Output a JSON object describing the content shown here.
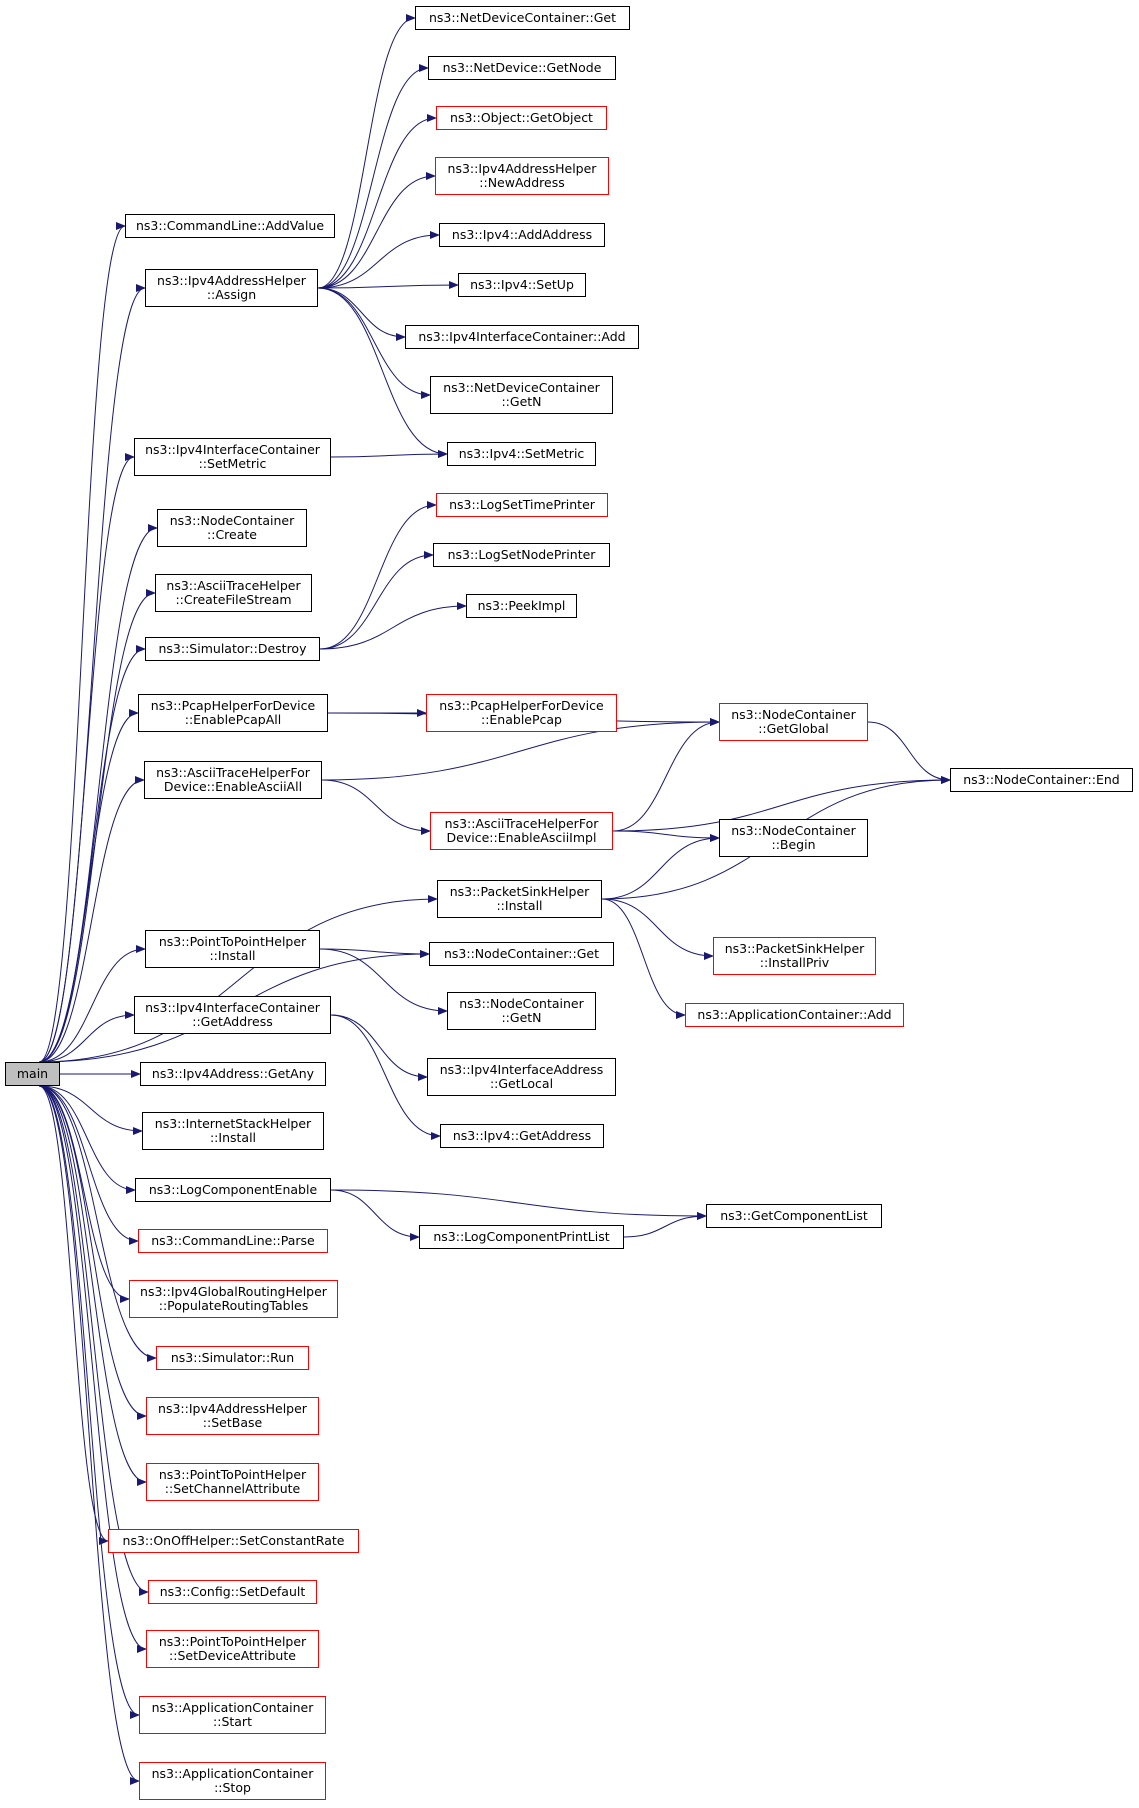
{
  "graph": {
    "edge_color": "#191970",
    "nodes": [
      {
        "id": "main",
        "lines": [
          "main"
        ],
        "status": "root"
      },
      {
        "id": "cl_addvalue",
        "lines": [
          "ns3::CommandLine::AddValue"
        ],
        "status": "complete"
      },
      {
        "id": "ipv4ah_assign",
        "lines": [
          "ns3::Ipv4AddressHelper",
          "::Assign"
        ],
        "status": "complete"
      },
      {
        "id": "ipv4ic_setmetric",
        "lines": [
          "ns3::Ipv4InterfaceContainer",
          "::SetMetric"
        ],
        "status": "complete"
      },
      {
        "id": "nc_create",
        "lines": [
          "ns3::NodeContainer",
          "::Create"
        ],
        "status": "complete"
      },
      {
        "id": "ath_createfilestream",
        "lines": [
          "ns3::AsciiTraceHelper",
          "::CreateFileStream"
        ],
        "status": "complete"
      },
      {
        "id": "sim_destroy",
        "lines": [
          "ns3::Simulator::Destroy"
        ],
        "status": "complete"
      },
      {
        "id": "phfd_enablepcapall",
        "lines": [
          "ns3::PcapHelperForDevice",
          "::EnablePcapAll"
        ],
        "status": "complete"
      },
      {
        "id": "athfd_enableasciiall",
        "lines": [
          "ns3::AsciiTraceHelperFor",
          "Device::EnableAsciiAll"
        ],
        "status": "complete"
      },
      {
        "id": "psh_install",
        "lines": [
          "ns3::PacketSinkHelper",
          "::Install"
        ],
        "status": "complete"
      },
      {
        "id": "p2p_install",
        "lines": [
          "ns3::PointToPointHelper",
          "::Install"
        ],
        "status": "complete"
      },
      {
        "id": "ipv4ic_getaddress",
        "lines": [
          "ns3::Ipv4InterfaceContainer",
          "::GetAddress"
        ],
        "status": "complete"
      },
      {
        "id": "ipv4addr_getany",
        "lines": [
          "ns3::Ipv4Address::GetAny"
        ],
        "status": "complete"
      },
      {
        "id": "ish_install",
        "lines": [
          "ns3::InternetStackHelper",
          "::Install"
        ],
        "status": "complete"
      },
      {
        "id": "logcomponentenable",
        "lines": [
          "ns3::LogComponentEnable"
        ],
        "status": "complete"
      },
      {
        "id": "cl_parse",
        "lines": [
          "ns3::CommandLine::Parse"
        ],
        "status": "incomplete"
      },
      {
        "id": "ipv4grh_populate",
        "lines": [
          "ns3::Ipv4GlobalRoutingHelper",
          "::PopulateRoutingTables"
        ],
        "status": "incomplete"
      },
      {
        "id": "sim_run",
        "lines": [
          "ns3::Simulator::Run"
        ],
        "status": "incomplete"
      },
      {
        "id": "ipv4ah_setbase",
        "lines": [
          "ns3::Ipv4AddressHelper",
          "::SetBase"
        ],
        "status": "incomplete"
      },
      {
        "id": "p2p_setchannelattribute",
        "lines": [
          "ns3::PointToPointHelper",
          "::SetChannelAttribute"
        ],
        "status": "incomplete"
      },
      {
        "id": "onoff_setconstantrate",
        "lines": [
          "ns3::OnOffHelper::SetConstantRate"
        ],
        "status": "incomplete"
      },
      {
        "id": "config_setdefault",
        "lines": [
          "ns3::Config::SetDefault"
        ],
        "status": "incomplete"
      },
      {
        "id": "p2p_setdeviceattribute",
        "lines": [
          "ns3::PointToPointHelper",
          "::SetDeviceAttribute"
        ],
        "status": "incomplete"
      },
      {
        "id": "ac_start",
        "lines": [
          "ns3::ApplicationContainer",
          "::Start"
        ],
        "status": "incomplete"
      },
      {
        "id": "ac_stop",
        "lines": [
          "ns3::ApplicationContainer",
          "::Stop"
        ],
        "status": "incomplete"
      },
      {
        "id": "ndc_get",
        "lines": [
          "ns3::NetDeviceContainer::Get"
        ],
        "status": "complete"
      },
      {
        "id": "nd_getnode",
        "lines": [
          "ns3::NetDevice::GetNode"
        ],
        "status": "complete"
      },
      {
        "id": "obj_getobject",
        "lines": [
          "ns3::Object::GetObject"
        ],
        "status": "incomplete"
      },
      {
        "id": "ipv4ah_newaddress",
        "lines": [
          "ns3::Ipv4AddressHelper",
          "::NewAddress"
        ],
        "status": "incomplete"
      },
      {
        "id": "ipv4_addaddress",
        "lines": [
          "ns3::Ipv4::AddAddress"
        ],
        "status": "complete"
      },
      {
        "id": "ipv4_setup",
        "lines": [
          "ns3::Ipv4::SetUp"
        ],
        "status": "complete"
      },
      {
        "id": "ipv4ic_add",
        "lines": [
          "ns3::Ipv4InterfaceContainer::Add"
        ],
        "status": "complete"
      },
      {
        "id": "ndc_getn",
        "lines": [
          "ns3::NetDeviceContainer",
          "::GetN"
        ],
        "status": "complete"
      },
      {
        "id": "ipv4_setmetric",
        "lines": [
          "ns3::Ipv4::SetMetric"
        ],
        "status": "complete"
      },
      {
        "id": "logsettimeprinter",
        "lines": [
          "ns3::LogSetTimePrinter"
        ],
        "status": "incomplete"
      },
      {
        "id": "logsetnodeprinter",
        "lines": [
          "ns3::LogSetNodePrinter"
        ],
        "status": "complete"
      },
      {
        "id": "peekimpl",
        "lines": [
          "ns3::PeekImpl"
        ],
        "status": "complete"
      },
      {
        "id": "phfd_enablepcap",
        "lines": [
          "ns3::PcapHelperForDevice",
          "::EnablePcap"
        ],
        "status": "incomplete"
      },
      {
        "id": "athfd_enableasciiimpl",
        "lines": [
          "ns3::AsciiTraceHelperFor",
          "Device::EnableAsciiImpl"
        ],
        "status": "incomplete"
      },
      {
        "id": "nc_get",
        "lines": [
          "ns3::NodeContainer::Get"
        ],
        "status": "complete"
      },
      {
        "id": "nc_getn",
        "lines": [
          "ns3::NodeContainer",
          "::GetN"
        ],
        "status": "complete"
      },
      {
        "id": "ipv4ia_getlocal",
        "lines": [
          "ns3::Ipv4InterfaceAddress",
          "::GetLocal"
        ],
        "status": "complete"
      },
      {
        "id": "ipv4_getaddress",
        "lines": [
          "ns3::Ipv4::GetAddress"
        ],
        "status": "complete"
      },
      {
        "id": "logcomponentprintlist",
        "lines": [
          "ns3::LogComponentPrintList"
        ],
        "status": "complete"
      },
      {
        "id": "nc_getglobal",
        "lines": [
          "ns3::NodeContainer",
          "::GetGlobal"
        ],
        "status": "incomplete"
      },
      {
        "id": "nc_begin",
        "lines": [
          "ns3::NodeContainer",
          "::Begin"
        ],
        "status": "complete"
      },
      {
        "id": "psh_installpriv",
        "lines": [
          "ns3::PacketSinkHelper",
          "::InstallPriv"
        ],
        "status": "incomplete"
      },
      {
        "id": "ac_add",
        "lines": [
          "ns3::ApplicationContainer::Add"
        ],
        "status": "incomplete"
      },
      {
        "id": "getcomponentlist",
        "lines": [
          "ns3::GetComponentList"
        ],
        "status": "complete"
      },
      {
        "id": "nc_end",
        "lines": [
          "ns3::NodeContainer::End"
        ],
        "status": "complete"
      }
    ],
    "edges": [
      [
        "main",
        "cl_addvalue"
      ],
      [
        "main",
        "ipv4ah_assign"
      ],
      [
        "main",
        "ipv4ic_setmetric"
      ],
      [
        "main",
        "nc_create"
      ],
      [
        "main",
        "ath_createfilestream"
      ],
      [
        "main",
        "sim_destroy"
      ],
      [
        "main",
        "phfd_enablepcapall"
      ],
      [
        "main",
        "athfd_enableasciiall"
      ],
      [
        "main",
        "psh_install"
      ],
      [
        "main",
        "nc_get"
      ],
      [
        "main",
        "p2p_install"
      ],
      [
        "main",
        "ipv4ic_getaddress"
      ],
      [
        "main",
        "ipv4addr_getany"
      ],
      [
        "main",
        "ish_install"
      ],
      [
        "main",
        "logcomponentenable"
      ],
      [
        "main",
        "cl_parse"
      ],
      [
        "main",
        "ipv4grh_populate"
      ],
      [
        "main",
        "sim_run"
      ],
      [
        "main",
        "ipv4ah_setbase"
      ],
      [
        "main",
        "p2p_setchannelattribute"
      ],
      [
        "main",
        "onoff_setconstantrate"
      ],
      [
        "main",
        "config_setdefault"
      ],
      [
        "main",
        "p2p_setdeviceattribute"
      ],
      [
        "main",
        "ac_start"
      ],
      [
        "main",
        "ac_stop"
      ],
      [
        "ipv4ah_assign",
        "ndc_get"
      ],
      [
        "ipv4ah_assign",
        "nd_getnode"
      ],
      [
        "ipv4ah_assign",
        "obj_getobject"
      ],
      [
        "ipv4ah_assign",
        "ipv4ah_newaddress"
      ],
      [
        "ipv4ah_assign",
        "ipv4_addaddress"
      ],
      [
        "ipv4ah_assign",
        "ipv4_setup"
      ],
      [
        "ipv4ah_assign",
        "ipv4ic_add"
      ],
      [
        "ipv4ah_assign",
        "ndc_getn"
      ],
      [
        "ipv4ah_assign",
        "ipv4_setmetric"
      ],
      [
        "ipv4ic_setmetric",
        "ipv4_setmetric"
      ],
      [
        "sim_destroy",
        "logsettimeprinter"
      ],
      [
        "sim_destroy",
        "logsetnodeprinter"
      ],
      [
        "sim_destroy",
        "peekimpl"
      ],
      [
        "phfd_enablepcapall",
        "phfd_enablepcap"
      ],
      [
        "phfd_enablepcapall",
        "nc_getglobal"
      ],
      [
        "athfd_enableasciiall",
        "nc_getglobal"
      ],
      [
        "athfd_enableasciiall",
        "athfd_enableasciiimpl"
      ],
      [
        "athfd_enableasciiimpl",
        "nc_getglobal"
      ],
      [
        "athfd_enableasciiimpl",
        "nc_begin"
      ],
      [
        "athfd_enableasciiimpl",
        "nc_end"
      ],
      [
        "nc_getglobal",
        "nc_end"
      ],
      [
        "psh_install",
        "nc_begin"
      ],
      [
        "psh_install",
        "nc_end"
      ],
      [
        "psh_install",
        "psh_installpriv"
      ],
      [
        "psh_install",
        "ac_add"
      ],
      [
        "p2p_install",
        "nc_get"
      ],
      [
        "p2p_install",
        "nc_getn"
      ],
      [
        "ipv4ic_getaddress",
        "ipv4ia_getlocal"
      ],
      [
        "ipv4ic_getaddress",
        "ipv4_getaddress"
      ],
      [
        "logcomponentenable",
        "getcomponentlist"
      ],
      [
        "logcomponentenable",
        "logcomponentprintlist"
      ],
      [
        "logcomponentprintlist",
        "getcomponentlist"
      ]
    ]
  }
}
